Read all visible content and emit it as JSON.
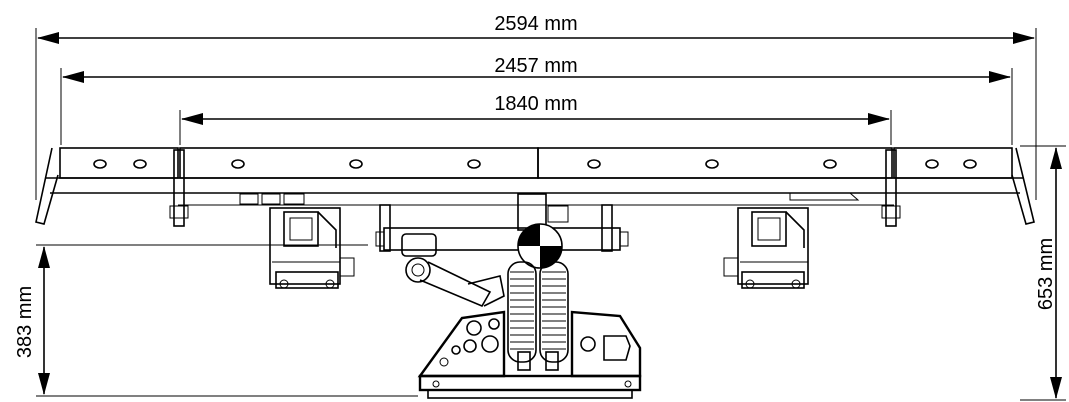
{
  "dimensions": {
    "overall_width": "2594 mm",
    "inner_width": "2457 mm",
    "center_width": "1840 mm",
    "overall_height": "653 mm",
    "lower_height": "383 mm"
  }
}
